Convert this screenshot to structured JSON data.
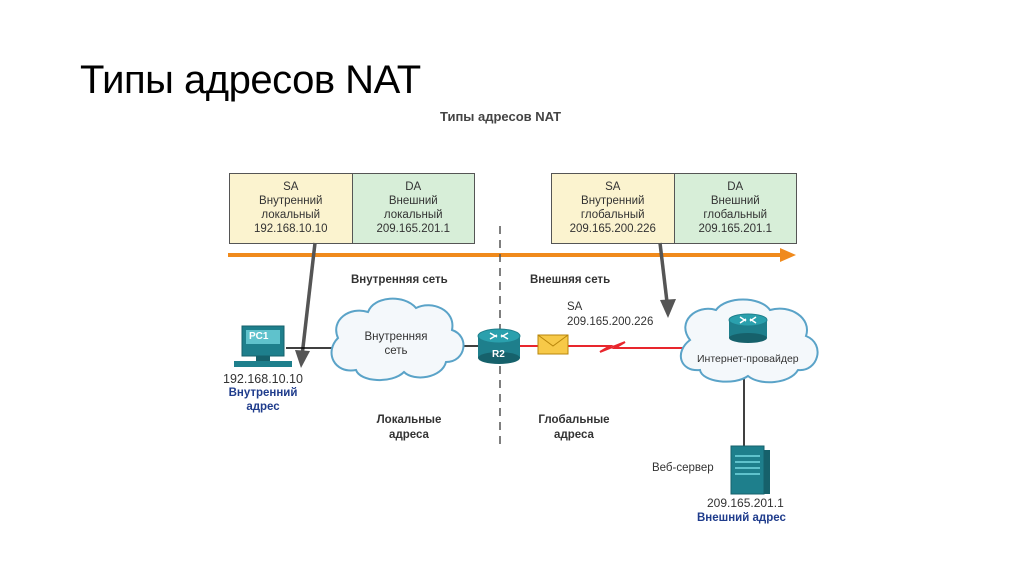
{
  "slide_title": "Типы адресов NAT",
  "diagram_title": "Типы адресов NAT",
  "inside_header": {
    "sa": [
      "SA",
      "Внутренний",
      "локальный",
      "192.168.10.10"
    ],
    "da": [
      "DA",
      "Внешний",
      "локальный",
      "209.165.201.1"
    ]
  },
  "outside_header": {
    "sa": [
      "SA",
      "Внутренний",
      "глобальный",
      "209.165.200.226"
    ],
    "da": [
      "DA",
      "Внешний",
      "глобальный",
      "209.165.201.1"
    ]
  },
  "zones": {
    "inside_network": "Внутренняя сеть",
    "outside_network": "Внешняя сеть",
    "local_addresses": [
      "Локальные",
      "адреса"
    ],
    "global_addresses": [
      "Глобальные",
      "адреса"
    ]
  },
  "pc": {
    "label": "PC1",
    "ip": "192.168.10.10",
    "desc": [
      "Внутренний",
      "адрес"
    ]
  },
  "internal_cloud": [
    "Внутренняя",
    "сеть"
  ],
  "router_label": "R2",
  "packet_sa": [
    "SA",
    "209.165.200.226"
  ],
  "isp_label": "Интернет-провайдер",
  "web_server": {
    "label": "Веб-сервер",
    "ip": "209.165.201.1",
    "desc": "Внешний адрес"
  },
  "colors": {
    "arrow_orange": "#f08a1c",
    "sa_fill": "#fbf3cf",
    "da_fill": "#d7eed8",
    "link_red": "#e8262d",
    "device_teal": "#1e7f8c",
    "blue_text": "#1f3c8c"
  }
}
